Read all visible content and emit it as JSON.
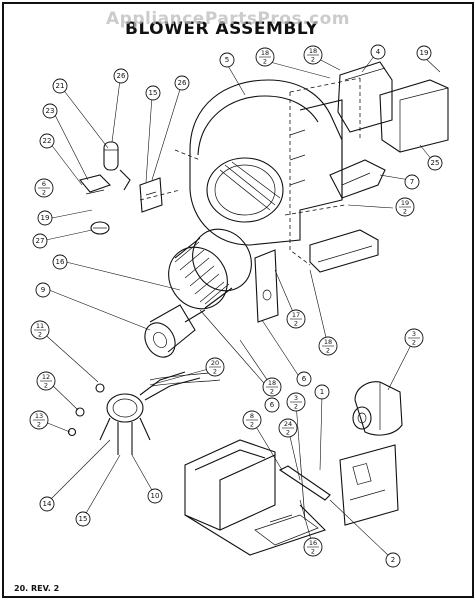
{
  "title": "BLOWER ASSEMBLY",
  "watermark": "AppliancePartsPros.com",
  "footer": "20. REV. 2",
  "callouts": [
    {
      "id": "c4",
      "text": "4"
    },
    {
      "id": "c19a",
      "text": "19"
    },
    {
      "id": "c5",
      "text": "5"
    },
    {
      "id": "c25",
      "text": "25"
    },
    {
      "id": "c7",
      "text": "7"
    },
    {
      "id": "c21",
      "text": "21"
    },
    {
      "id": "c23",
      "text": "23"
    },
    {
      "id": "c26a",
      "text": "26"
    },
    {
      "id": "c15a",
      "text": "15"
    },
    {
      "id": "c26b",
      "text": "26"
    },
    {
      "id": "c22",
      "text": "22"
    },
    {
      "id": "c19b",
      "text": "19"
    },
    {
      "id": "c27",
      "text": "27"
    },
    {
      "id": "c16",
      "text": "16"
    },
    {
      "id": "c9",
      "text": "9"
    },
    {
      "id": "c6a",
      "text": "6"
    },
    {
      "id": "c6b",
      "text": "6"
    },
    {
      "id": "c1",
      "text": "1"
    },
    {
      "id": "c14",
      "text": "14"
    },
    {
      "id": "c15b",
      "text": "15"
    },
    {
      "id": "c10",
      "text": "10"
    },
    {
      "id": "c2",
      "text": "2"
    }
  ],
  "fractions": [
    {
      "id": "f18_2a",
      "num": "18",
      "den": "2"
    },
    {
      "id": "f18_2b",
      "num": "18",
      "den": "2"
    },
    {
      "id": "f19_2",
      "num": "19",
      "den": "2"
    },
    {
      "id": "f6_2",
      "num": "6",
      "den": "2"
    },
    {
      "id": "f17_2",
      "num": "17",
      "den": "2"
    },
    {
      "id": "f18_2c",
      "num": "18",
      "den": "2"
    },
    {
      "id": "f18_2d",
      "num": "18",
      "den": "2"
    },
    {
      "id": "f11_2",
      "num": "11",
      "den": "2"
    },
    {
      "id": "f12_2",
      "num": "12",
      "den": "2"
    },
    {
      "id": "f13_2",
      "num": "13",
      "den": "2"
    },
    {
      "id": "f20_2",
      "num": "20",
      "den": "2"
    },
    {
      "id": "f3_2a",
      "num": "3",
      "den": "2"
    },
    {
      "id": "f3_2b",
      "num": "3",
      "den": "2"
    },
    {
      "id": "f8_2",
      "num": "8",
      "den": "2"
    },
    {
      "id": "f24_2",
      "num": "24",
      "den": "2"
    },
    {
      "id": "f16_2",
      "num": "16",
      "den": "2"
    }
  ]
}
